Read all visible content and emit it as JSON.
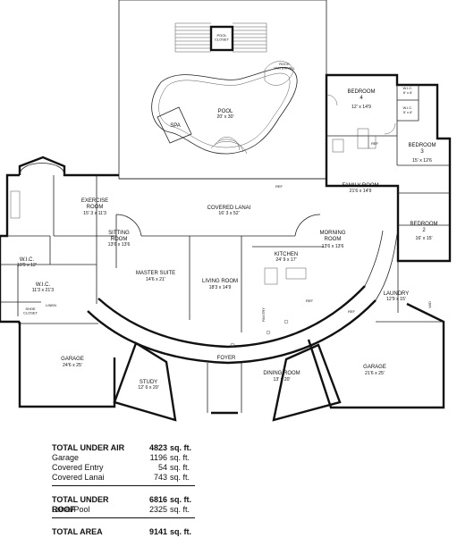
{
  "rooms": {
    "pool_closet": {
      "name": "POOL\nCLOSET"
    },
    "rock_waterfall": {
      "name": "ROCK\nWATERFALL"
    },
    "pool": {
      "name": "POOL",
      "dims": "20' x 30'"
    },
    "spa": {
      "name": "SPA"
    },
    "bedroom4": {
      "name": "BEDROOM\n4",
      "dims": "12' x 14'9"
    },
    "wic_a": {
      "name": "W.I.C.",
      "dims": "6' x 6'"
    },
    "wic_b": {
      "name": "W.I.C.",
      "dims": "5' x 6'"
    },
    "bedroom3": {
      "name": "BEDROOM\n3",
      "dims": "15' x 12'6"
    },
    "ref_top": {
      "name": "REF"
    },
    "family_room": {
      "name": "FAMILY ROOM",
      "dims": "21'6 x 14'9"
    },
    "covered_lanai": {
      "name": "COVERED LANAI",
      "dims": "16' 3 x 52'"
    },
    "ref_lanai": {
      "name": "REF"
    },
    "exercise_room": {
      "name": "EXERCISE\nROOM",
      "dims": "15' 3 x 11'3"
    },
    "sitting_room": {
      "name": "SITTING\nROOM",
      "dims": "13'6 x 13'6"
    },
    "bedroom2": {
      "name": "BEDROOM\n2",
      "dims": "16' x 15'"
    },
    "morning_room": {
      "name": "MORNING\nROOM",
      "dims": "13'6 x 13'6"
    },
    "wic_c": {
      "name": "W.I.C.",
      "dims": "10'9 x 12'"
    },
    "wic_d": {
      "name": "W.I.C.",
      "dims": "11'3 x 21'3"
    },
    "kitchen": {
      "name": "KITCHEN",
      "dims": "24' 9 x 17'"
    },
    "master_suite": {
      "name": "MASTER SUITE",
      "dims": "14'6 x 21'"
    },
    "living_room": {
      "name": "LIVING ROOM",
      "dims": "18'3 x 14'9"
    },
    "laundry": {
      "name": "LAUNDRY",
      "dims": "12'9 x 15'"
    },
    "shoe_closet": {
      "name": "SHOE\nCLOSET"
    },
    "linen": {
      "name": "LINEN"
    },
    "pantry": {
      "name": "PANTRY"
    },
    "ref_kitchen": {
      "name": "REF"
    },
    "ref_laundry": {
      "name": "REF"
    },
    "w_d": {
      "name": "W/D"
    },
    "garage_left": {
      "name": "GARAGE",
      "dims": "24'6 x 25'"
    },
    "foyer": {
      "name": "FOYER"
    },
    "study": {
      "name": "STUDY",
      "dims": "12' 6 x 20'"
    },
    "dining_room": {
      "name": "DINING ROOM",
      "dims": "13' x 20'"
    },
    "garage_right": {
      "name": "GARAGE",
      "dims": "21'6 x 25'"
    }
  },
  "area_table": {
    "unit": "sq. ft.",
    "total_under_air": {
      "label": "TOTAL UNDER AIR",
      "value": "4823"
    },
    "garage": {
      "label": "Garage",
      "value": "1196"
    },
    "covered_entry": {
      "label": "Covered Entry",
      "value": "54"
    },
    "covered_lanai": {
      "label": "Covered Lanai",
      "value": "743"
    },
    "total_under_roof": {
      "label": "TOTAL UNDER ROOF",
      "value": "6816"
    },
    "lanai_pool": {
      "label": "Lanai/Pool",
      "value": "2325"
    },
    "total_area": {
      "label": "TOTAL AREA",
      "value": "9141"
    }
  }
}
